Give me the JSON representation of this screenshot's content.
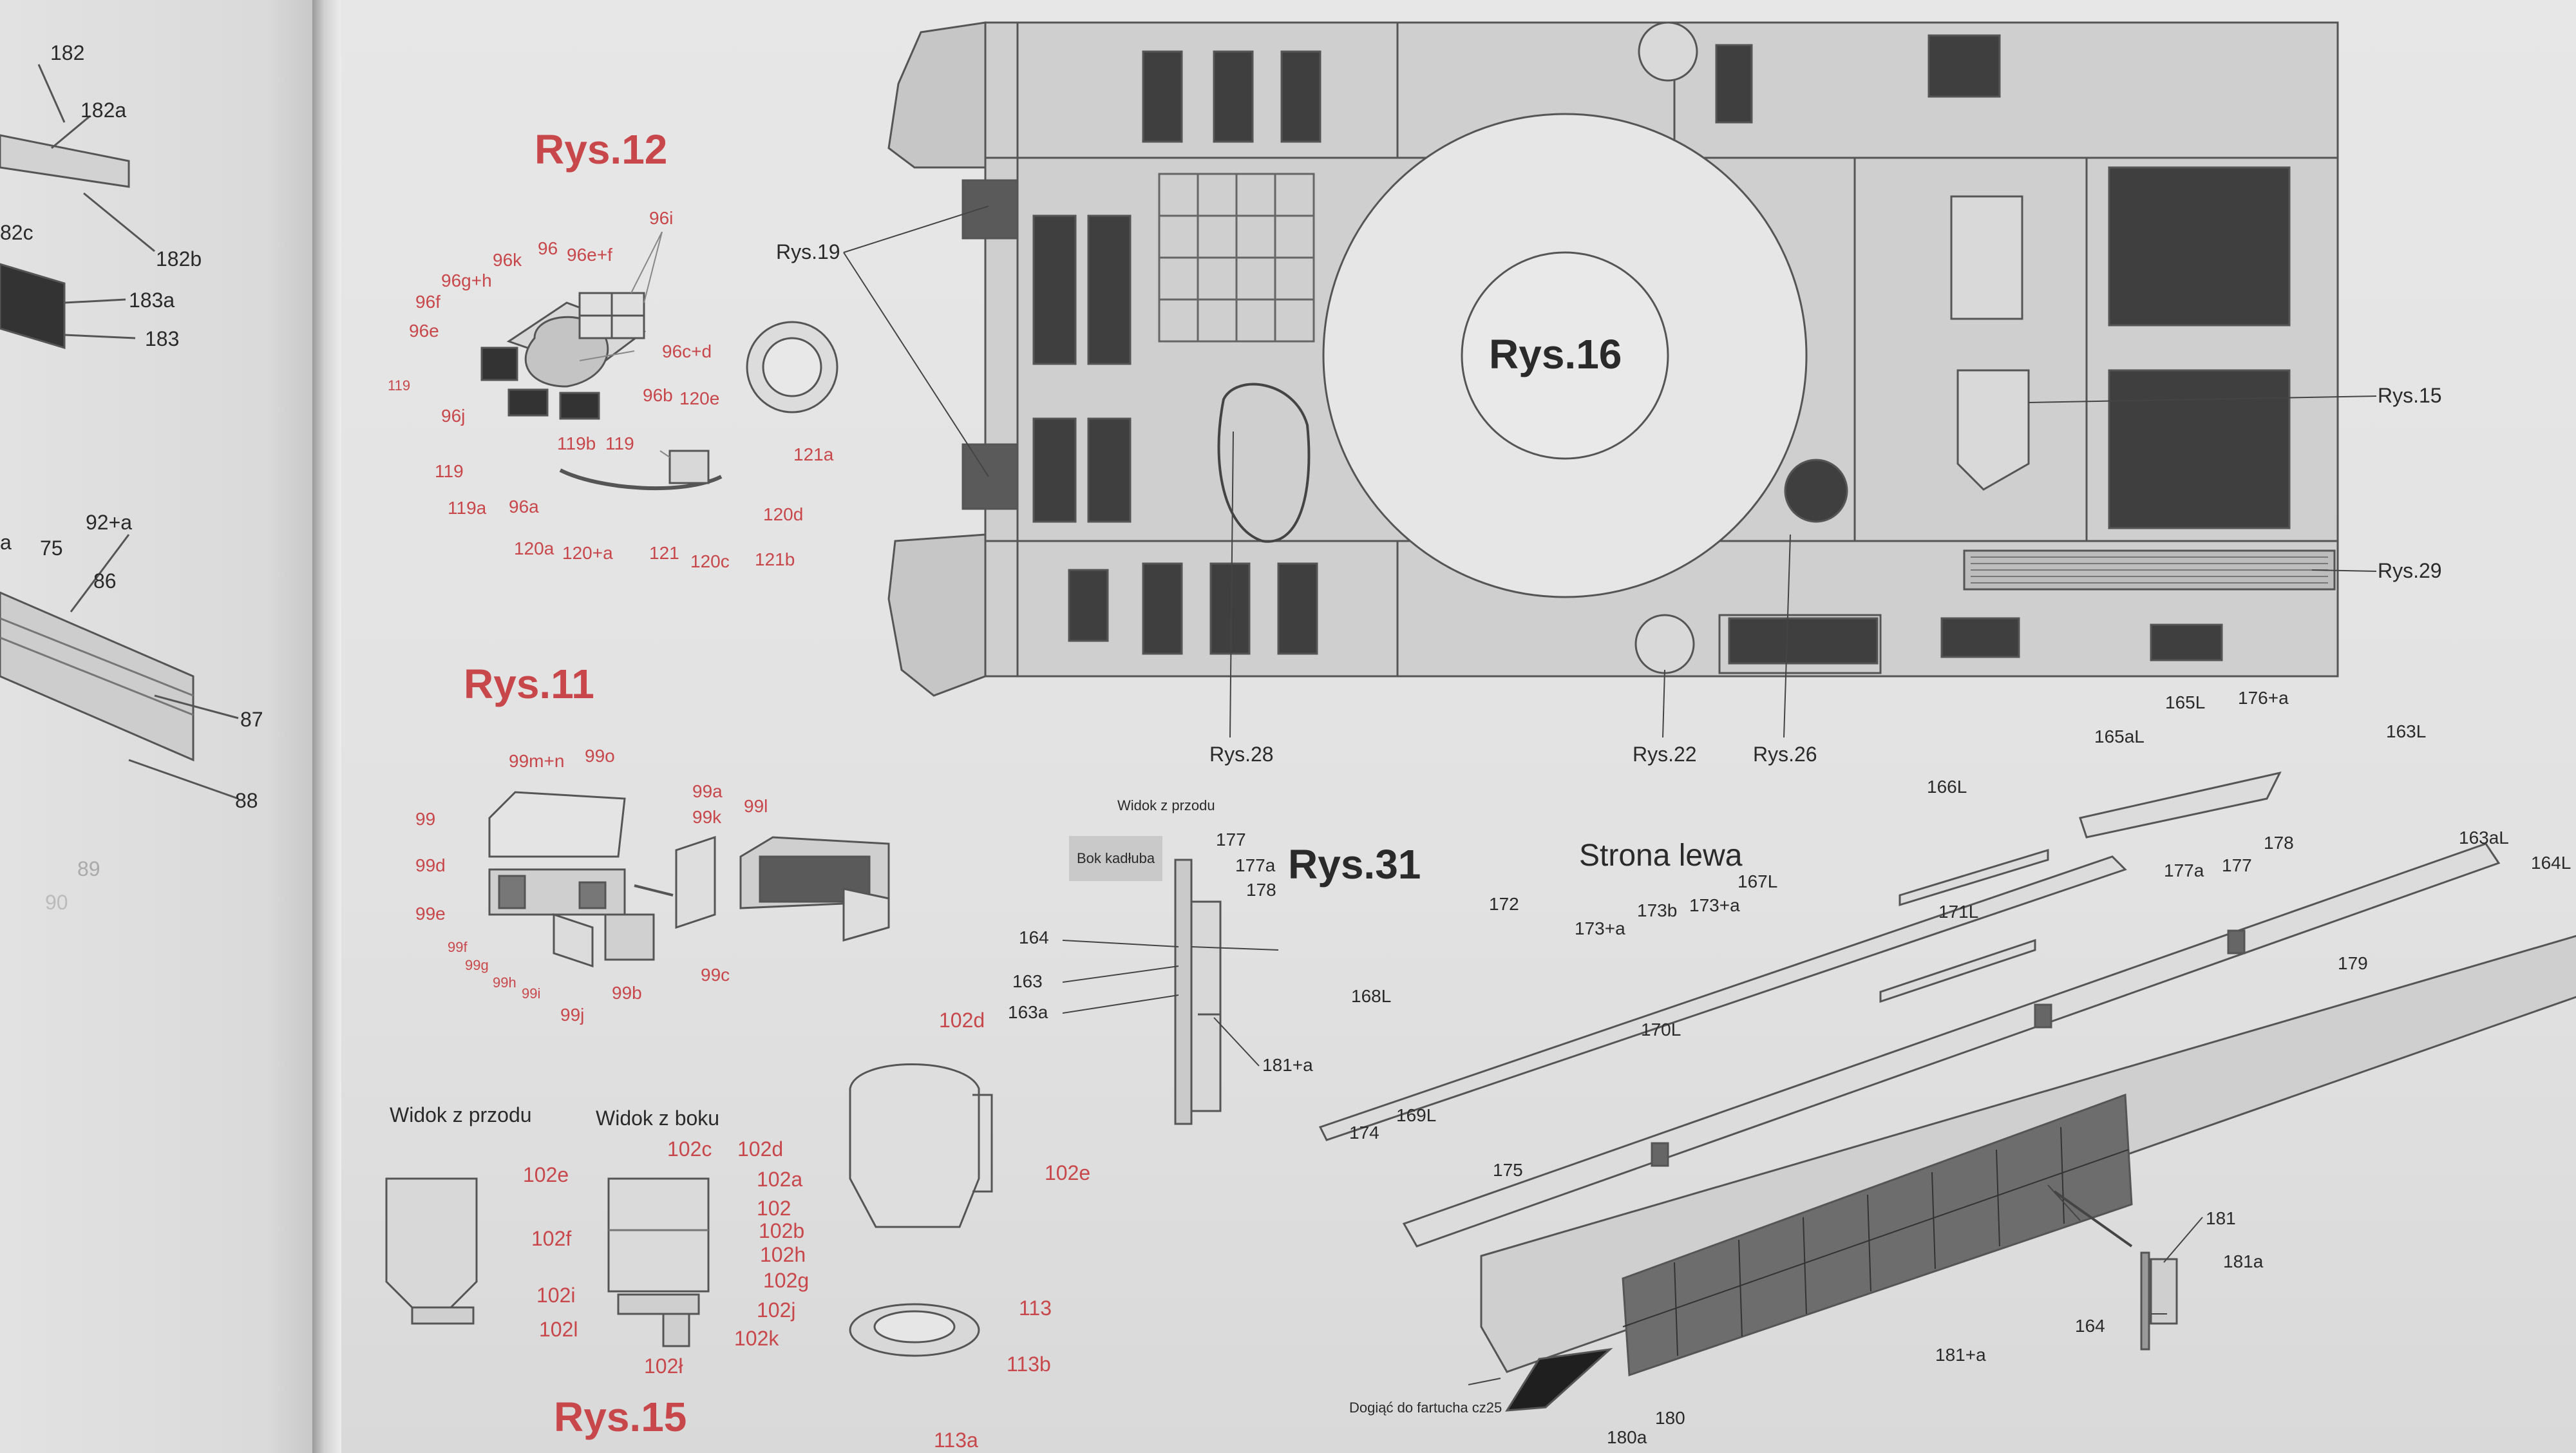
{
  "titles": {
    "rys12": "Rys.12",
    "rys11": "Rys.11",
    "rys15": "Rys.15",
    "rys16": "Rys.16",
    "rys31": "Rys.31"
  },
  "left_page": {
    "l182": "182",
    "l182a": "182a",
    "l82c": "82c",
    "l182b": "182b",
    "l183a": "183a",
    "l183": "183",
    "l92a": "92+a",
    "l75": "75",
    "la": "a",
    "l86": "86",
    "l87": "87",
    "l88": "88",
    "l89": "89",
    "l90": "90"
  },
  "rys12_labels": {
    "l96i": "96i",
    "l96k": "96k",
    "l96": "96",
    "l96ef": "96e+f",
    "l96gh": "96g+h",
    "l96f": "96f",
    "l96e": "96e",
    "l96cd": "96c+d",
    "l119a1": "119",
    "l96b": "96b",
    "l120e": "120e",
    "l96j": "96j",
    "l119b": "119b",
    "l119c": "119",
    "l121a": "121a",
    "l119d": "119",
    "l119a": "119a",
    "l96a": "96a",
    "l120d": "120d",
    "l120a": "120a",
    "l120plus": "120+a",
    "l121": "121",
    "l120c": "120c",
    "l121b": "121b"
  },
  "rys11_labels": {
    "l99mn": "99m+n",
    "l99o": "99o",
    "l99a": "99a",
    "l99k": "99k",
    "l99l": "99l",
    "l99": "99",
    "l99c": "99c",
    "l99b": "99b",
    "l99j": "99j",
    "l99i": "99i",
    "l99h": "99h",
    "l99g": "99g",
    "l99e": "99e",
    "l99d": "99d",
    "l99f": "99f"
  },
  "rys15_labels": {
    "widok_przodu": "Widok z przodu",
    "widok_boku": "Widok z boku",
    "l102c": "102c",
    "l102d": "102d",
    "l102e": "102e",
    "l102a": "102a",
    "l102": "102",
    "l102f": "102f",
    "l102b": "102b",
    "l102h": "102h",
    "l102g": "102g",
    "l102i": "102i",
    "l102j": "102j",
    "l102l": "102l",
    "l102k": "102k",
    "l102lx": "102ł",
    "l102d2": "102d",
    "l102e2": "102e",
    "l113": "113",
    "l113b": "113b",
    "l113a": "113a"
  },
  "rys16_labels": {
    "rys19": "Rys.19",
    "rys15ref": "Rys.15",
    "rys29": "Rys.29",
    "rys28": "Rys.28",
    "rys22": "Rys.22",
    "rys26": "Rys.26"
  },
  "rys31_labels": {
    "widok_przodu": "Widok z przodu",
    "bok_kadluba": "Bok kadłuba",
    "l177": "177",
    "l177a": "177a",
    "l178": "178",
    "l164": "164",
    "l163": "163",
    "l163a": "163a",
    "l181a": "181+a",
    "strona": "Strona lewa",
    "l165L": "165L",
    "l176a": "176+a",
    "l165aL": "165aL",
    "l163L": "163L",
    "l166L": "166L",
    "l163aL": "163aL",
    "l164L": "164L",
    "l167L": "167L",
    "l172": "172",
    "l173b": "173b",
    "l173a1": "173+a",
    "l173a2": "173+a",
    "l177a2": "177a",
    "l177b": "177",
    "l178b": "178",
    "l171L": "171L",
    "l179": "179",
    "l168L": "168L",
    "l170L": "170L",
    "l169L": "169L",
    "l174": "174",
    "l175": "175",
    "l181": "181",
    "l181a2": "181a",
    "l164b": "164",
    "l181plus": "181+a",
    "dogiac": "Dogiąć do fartucha cz25",
    "l180": "180",
    "l180a": "180a"
  }
}
